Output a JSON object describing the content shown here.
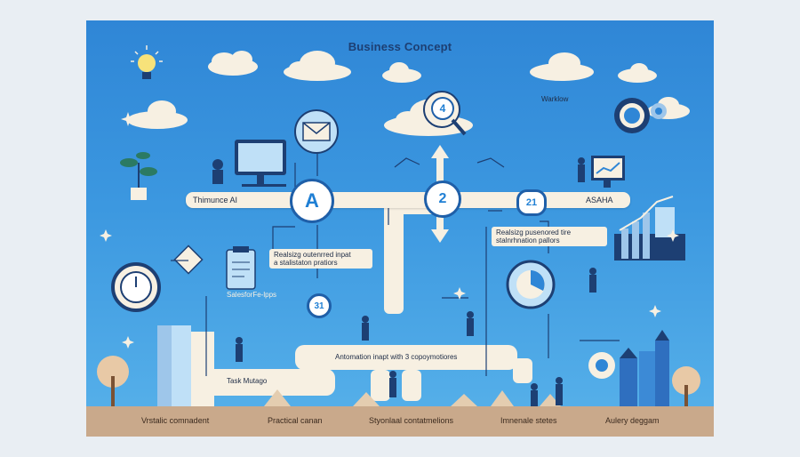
{
  "title": "Business Concept",
  "labels": {
    "workflow": "Warklow",
    "timeline_left": "Thimunce AI",
    "timeline_right": "ASAHA",
    "node_a": "A",
    "node_2": "2",
    "node_21": "21",
    "node_3": "31",
    "node_4": "4",
    "salesforce": "SalesforFe-lpps",
    "note_left_line1": "Realsizg outenrred inpat",
    "note_left_line2": "a stalistaton pratiors",
    "note_right_line1": "Realsizg pusenored tire",
    "note_right_line2": "stalnrhnation pallors",
    "automation": "Antomation inapt with 3 copoymotiores",
    "task": "Task Mutago"
  },
  "bottom_labels": [
    "Vrstalic comnadent",
    "Practical canan",
    "Styonlaal contatmelions",
    "Imnenale stetes",
    "Aulery deggam"
  ],
  "colors": {
    "background_top": "#2f86d6",
    "background_bottom": "#58b2ea",
    "path": "#f7f0e2",
    "accent": "#1f5fa8",
    "ground": "#c9a98b"
  }
}
